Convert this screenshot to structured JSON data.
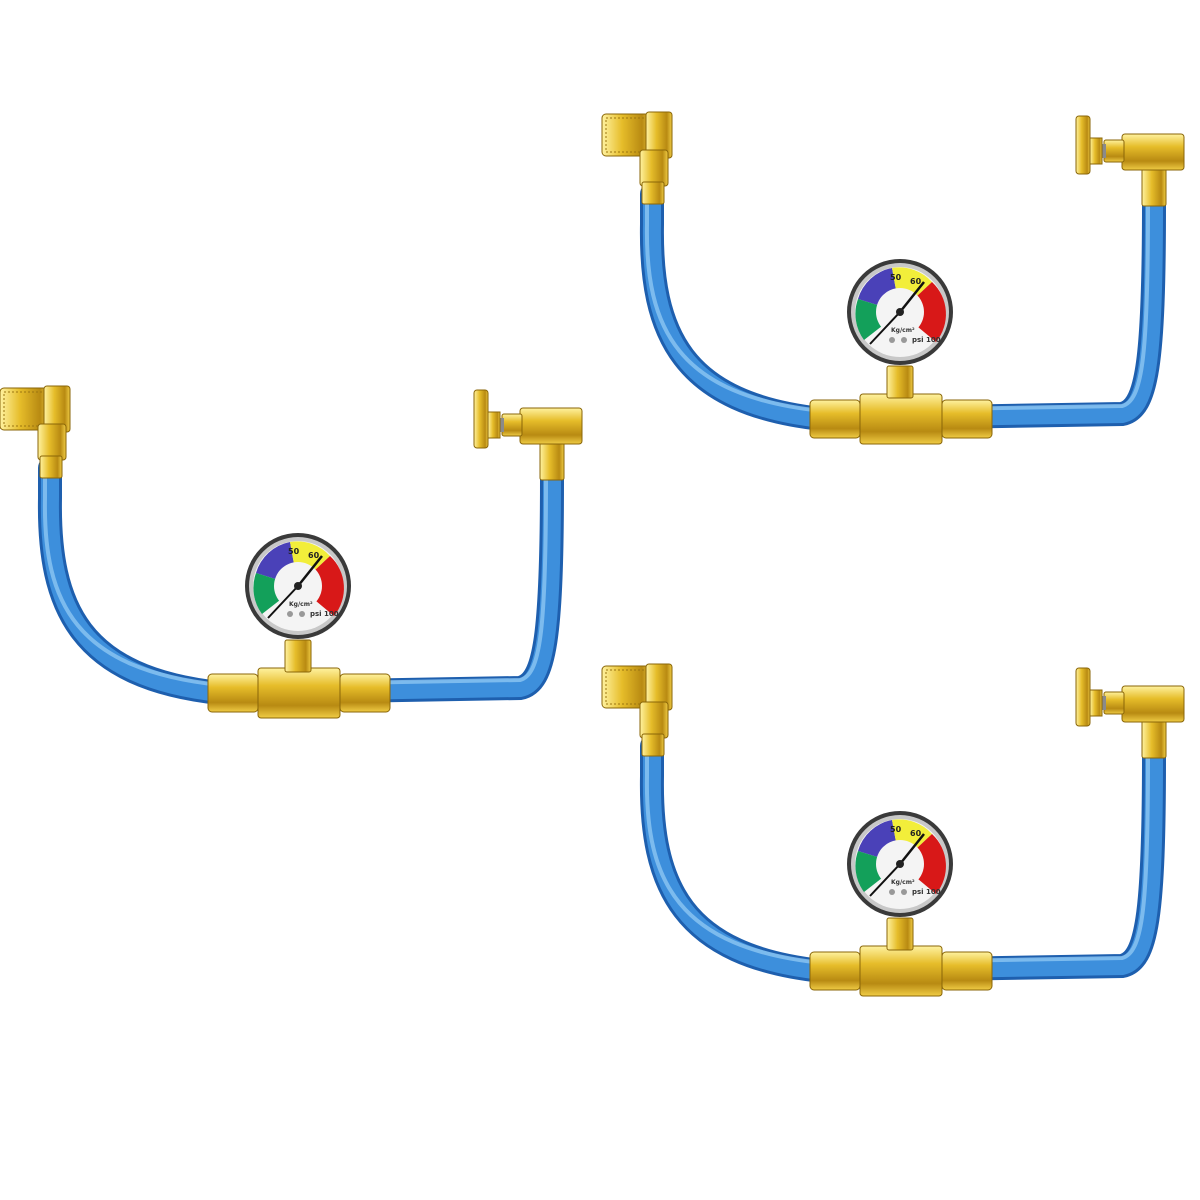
{
  "product": {
    "name": "",
    "kit_count": 3,
    "colors": {
      "hose": "#2f7fd0",
      "hose_highlight": "#6fb4ee",
      "brass": "#e0b82a",
      "brass_dark": "#a57c10",
      "gauge_blue": "#4a41b8",
      "gauge_yellow": "#f2ee3a",
      "gauge_red": "#d81818",
      "gauge_green": "#13a05a",
      "gauge_face": "#f4f4f4"
    },
    "gauge": {
      "tick_labels": [
        "50",
        "60"
      ],
      "unit_top": "Kg/cm²",
      "unit_bottom": "psi 100"
    }
  }
}
